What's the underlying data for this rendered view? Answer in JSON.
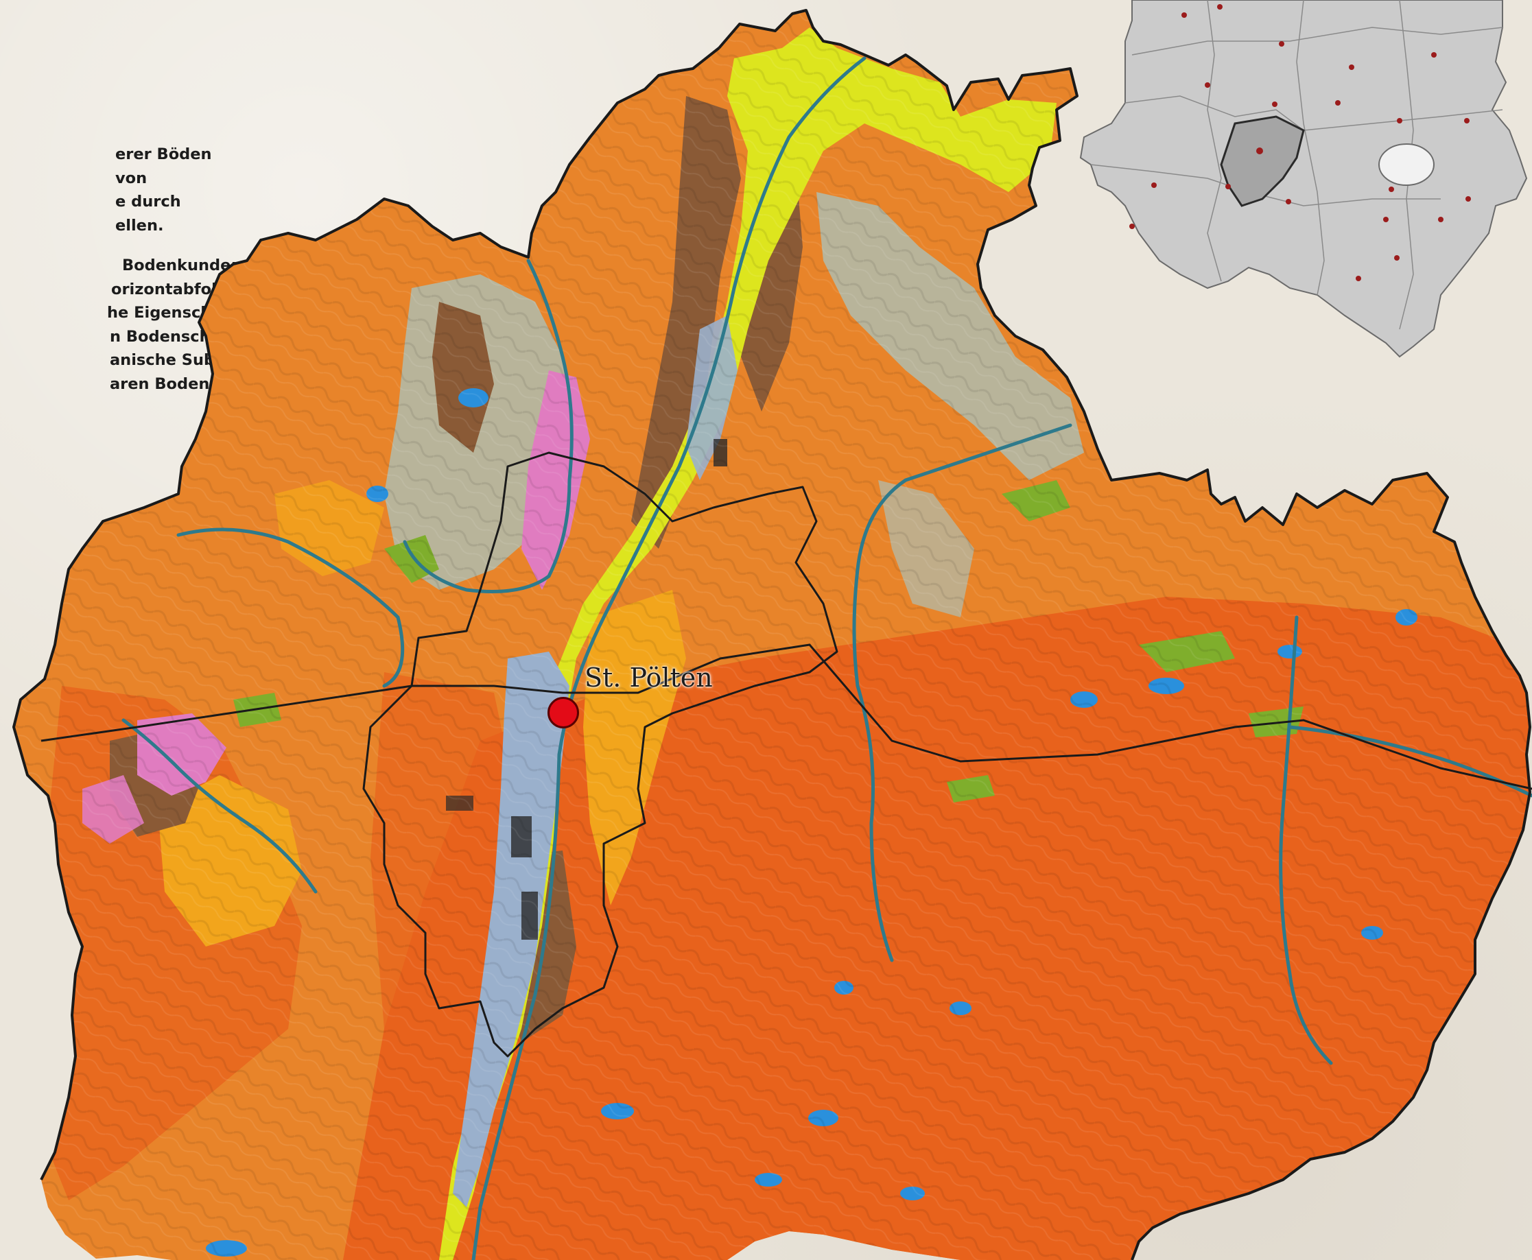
{
  "text_block": {
    "paragraph_1": [
      "erer Böden",
      "von",
      "e durch",
      "ellen."
    ],
    "paragraph_2": [
      "Bodenkunde: Als",
      "orizontabfolgen",
      "he Eigenschaften",
      "n Bodenschichten",
      "anische Substanz.",
      "aren Bodenhorizonte"
    ]
  },
  "map": {
    "city_label": "St. Pölten",
    "colors": {
      "base_orange": "#e8842a",
      "red_orange": "#e8621c",
      "golden": "#f2a51c",
      "yellow_green": "#dde51e",
      "grey_beige": "#b8b49a",
      "brown": "#8a5a36",
      "urban_blue": "#9ab0cc",
      "pink": "#e07cc0",
      "blue_patch": "#2a90dc",
      "green": "#7fae2c",
      "river": "#2e7a8c",
      "border": "#1a1a1a",
      "marker": "#e30b17"
    }
  }
}
